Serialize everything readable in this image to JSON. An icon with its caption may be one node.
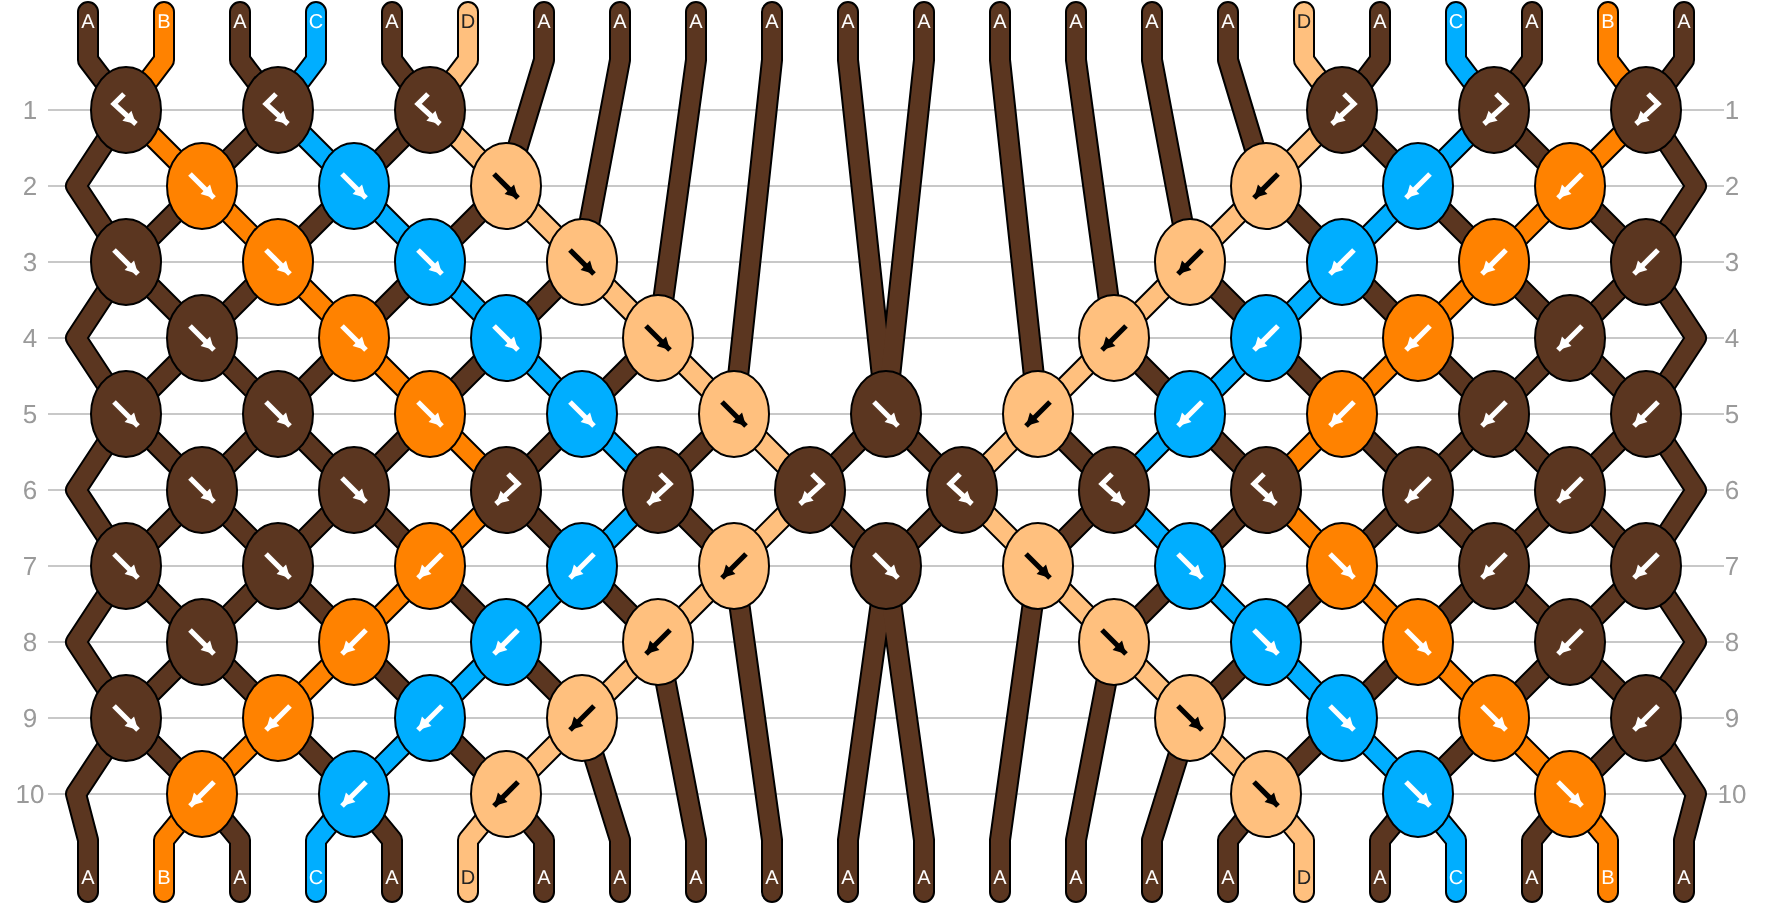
{
  "diagram": {
    "labels": [
      "A",
      "B",
      "A",
      "C",
      "A",
      "D",
      "A",
      "A",
      "A",
      "A",
      "A",
      "A",
      "A",
      "A",
      "A",
      "A",
      "D",
      "A",
      "C",
      "A",
      "B",
      "A",
      "1",
      "1",
      "2",
      "2",
      "3",
      "3",
      "4",
      "4",
      "5",
      "5",
      "6",
      "6",
      "7",
      "7",
      "8",
      "8",
      "9",
      "9",
      "10",
      "10",
      "A",
      "B",
      "A",
      "C",
      "A",
      "D",
      "A",
      "A",
      "A",
      "A",
      "A",
      "A",
      "A",
      "A",
      "A",
      "A",
      "D",
      "A",
      "C",
      "A",
      "B",
      "A"
    ]
  }
}
